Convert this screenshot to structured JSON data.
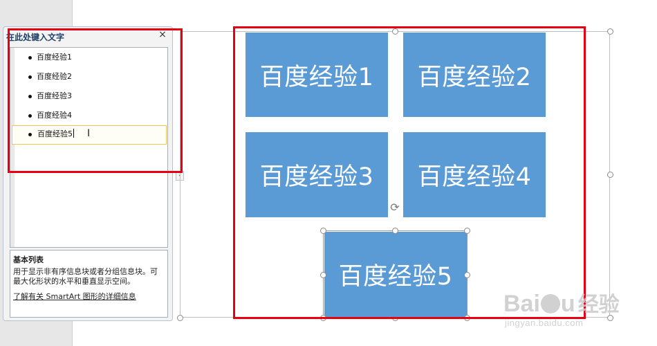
{
  "text_pane": {
    "title": "在此处键入文字",
    "close_glyph": "×",
    "items": [
      {
        "label": "百度经验1"
      },
      {
        "label": "百度经验2"
      },
      {
        "label": "百度经验3"
      },
      {
        "label": "百度经验4"
      },
      {
        "label": "百度经验5"
      }
    ],
    "description": {
      "title": "基本列表",
      "body": "用于显示非有序信息块或者分组信息块。可最大化形状的水平和垂直显示空间。",
      "link": "了解有关 SmartArt 图形的详细信息"
    },
    "toggle_glyph": "‹"
  },
  "smartart": {
    "shapes": [
      {
        "label": "百度经验1"
      },
      {
        "label": "百度经验2"
      },
      {
        "label": "百度经验3"
      },
      {
        "label": "百度经验4"
      },
      {
        "label": "百度经验5"
      }
    ],
    "shape_color": "#5b9bd5"
  },
  "annotation_color": "#e60012",
  "watermark": {
    "logo_left": "Bai",
    "logo_right": "u",
    "chinese": "经验",
    "url": "jingyan.baidu.com"
  }
}
